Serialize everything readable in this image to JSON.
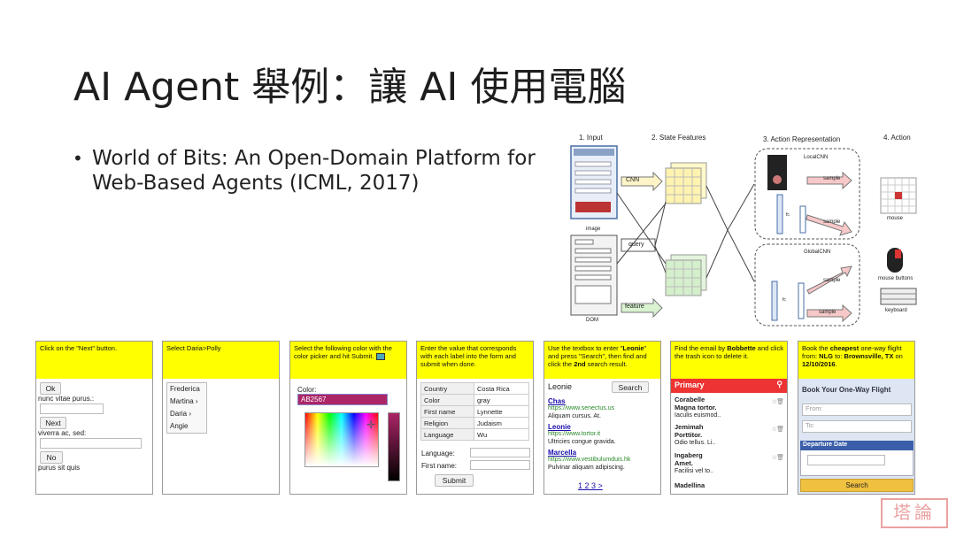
{
  "slide": {
    "title": "AI Agent 舉例：讓 AI 使用電腦",
    "bullet": "World of Bits: An Open-Domain Platform for Web-Based Agents (ICML, 2017)"
  },
  "diagram": {
    "headers": [
      "1. Input",
      "2. State Features",
      "3. Action Representation",
      "4. Action"
    ],
    "labels": {
      "image": "image",
      "dom": "DOM",
      "cnn": "CNN",
      "query": "query",
      "feature": "feature",
      "local_cnn": "LocalCNN",
      "global_cnn": "GlobalCNN",
      "sample": "sample",
      "fc": "fc",
      "mouse": "mouse",
      "mouse_buttons": "mouse buttons",
      "keyboard": "keyboard"
    }
  },
  "tiles": {
    "t1": {
      "instruction": "Click on the \"Next\" button.",
      "buttons": [
        "Ok",
        "Next",
        "No"
      ],
      "texts": [
        "nunc vitae purus.:",
        "viverra ac, sed:",
        "purus sit quis"
      ]
    },
    "t2": {
      "instruction": "Select Daria>Polly",
      "items": [
        "Frederica",
        "Martina ›",
        "Daria ›",
        "Angie"
      ]
    },
    "t3": {
      "instruction": "Select the following color with the color picker and hit Submit.",
      "color_label": "Color:",
      "color_value": "AB2567"
    },
    "t4": {
      "instruction": "Enter the value that corresponds with each label into the form and submit when done.",
      "rows": [
        [
          "Country",
          "Costa Rica"
        ],
        [
          "Color",
          "gray"
        ],
        [
          "First name",
          "Lynnette"
        ],
        [
          "Religion",
          "Judaism"
        ],
        [
          "Language",
          "Wu"
        ]
      ],
      "form_labels": [
        "Language:",
        "First name:"
      ],
      "submit": "Submit"
    },
    "t5": {
      "instruction_a": "Use the textbox to enter \"",
      "instruction_name": "Leonie",
      "instruction_b": "\" and press \"Search\", then find and click the ",
      "instruction_nth": "2nd",
      "instruction_c": " search result.",
      "query": "Leonie",
      "search_btn": "Search",
      "results": [
        {
          "title": "Chas",
          "url": "https://www.senectus.us",
          "snippet": "Aliquam cursus. At."
        },
        {
          "title": "Leonie",
          "url": "https://www.tortor.it",
          "snippet": "Ultricies congue gravida."
        },
        {
          "title": "Marcella",
          "url": "https://www.vestibulumduis.hk",
          "snippet": "Pulvinar aliquam adipiscing."
        }
      ],
      "pages": "1 2 3 >"
    },
    "t6": {
      "instruction_a": "Find the email by ",
      "instruction_name": "Bobbette",
      "instruction_b": " and click the trash icon to delete it.",
      "tab": "Primary",
      "mails": [
        {
          "sender": "Corabelle",
          "subject": "Magna tortor.",
          "body": "Iaculis euismod.."
        },
        {
          "sender": "Jemimah",
          "subject": "Porttitor.",
          "body": "Odio tellus. Li.."
        },
        {
          "sender": "Ingaberg",
          "subject": "Amet.",
          "body": "Facilisi vel to.."
        },
        {
          "sender": "Madellina",
          "subject": "",
          "body": ""
        }
      ]
    },
    "t7": {
      "instruction_a": "Book the ",
      "instruction_cheapest": "cheapest",
      "instruction_b": " one-way flight from: ",
      "instruction_from": "NLG",
      "instruction_c": " to: ",
      "instruction_to": "Brownsville, TX",
      "instruction_d": " on ",
      "instruction_date": "12/10/2016",
      "instruction_e": ".",
      "heading": "Book Your One-Way Flight",
      "from_ph": "From:",
      "to_ph": "To:",
      "departure_label": "Departure Date",
      "search": "Search"
    }
  },
  "watermark": "塔論",
  "colors": {
    "instruction_bg": "#ffff00",
    "gmail_red": "#e33333",
    "target_color": "#4ea6b8",
    "blue_link": "#1a0dab"
  }
}
